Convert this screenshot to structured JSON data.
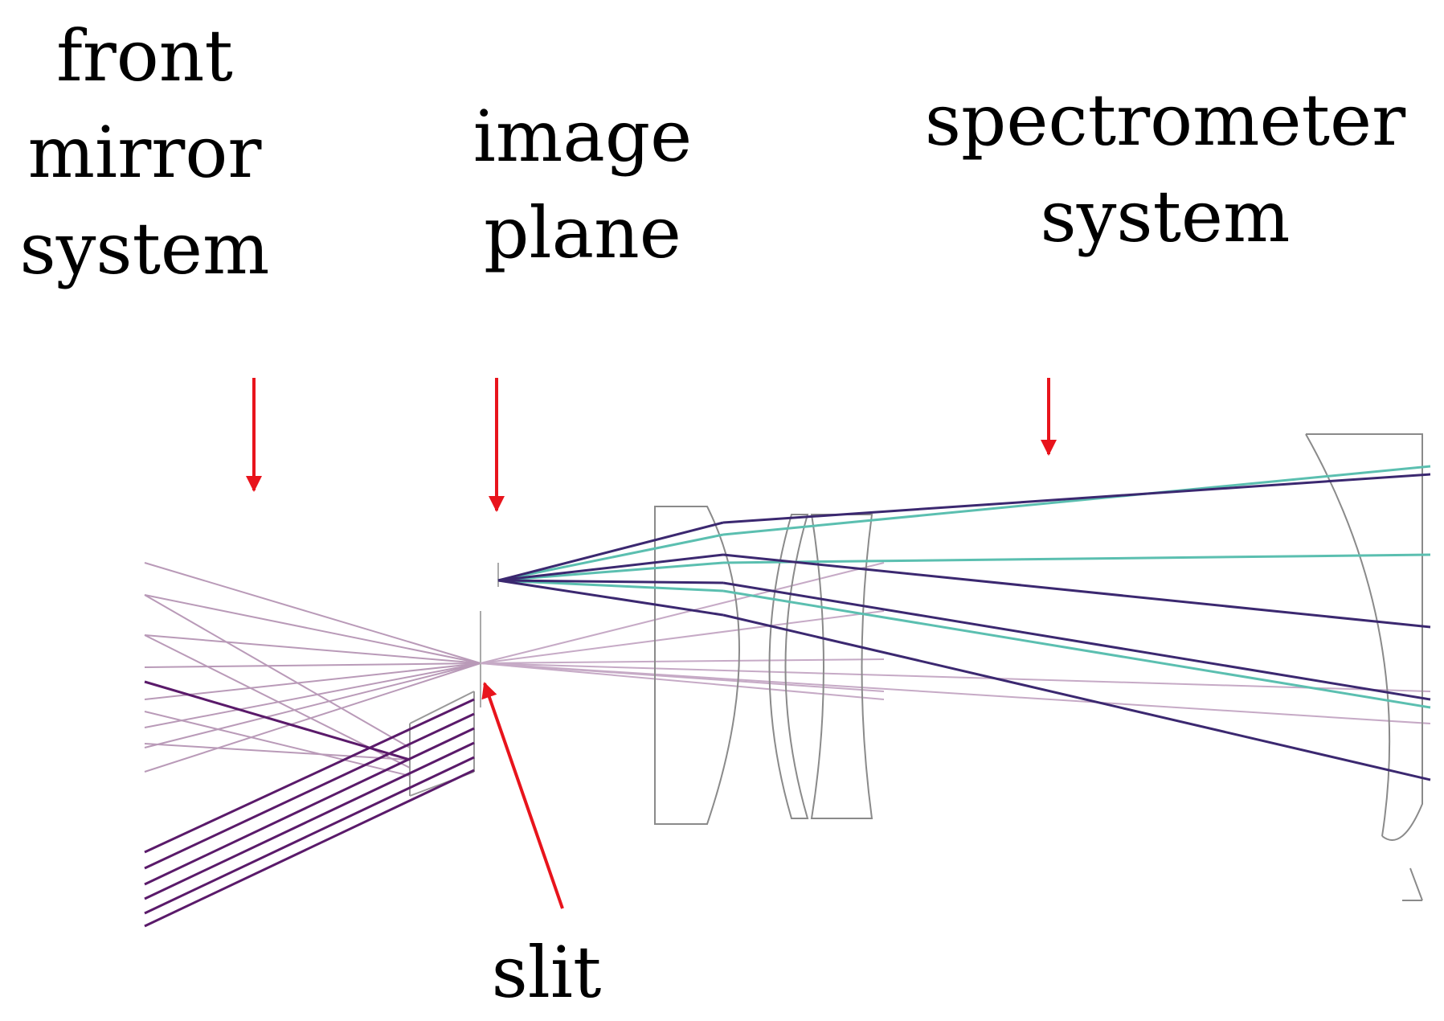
{
  "labels": {
    "front_mirror": [
      "front",
      "mirror",
      "system"
    ],
    "image_plane": [
      "image",
      "plane"
    ],
    "spectrometer": [
      "spectrometer",
      "system"
    ],
    "slit": "slit"
  },
  "colors": {
    "arrow": "#e8141c",
    "ray_purple": "#5a1a6a",
    "ray_light": "#b99ab8",
    "ray_teal": "#5bbfb0",
    "lens_outline": "#8a8a8a"
  }
}
